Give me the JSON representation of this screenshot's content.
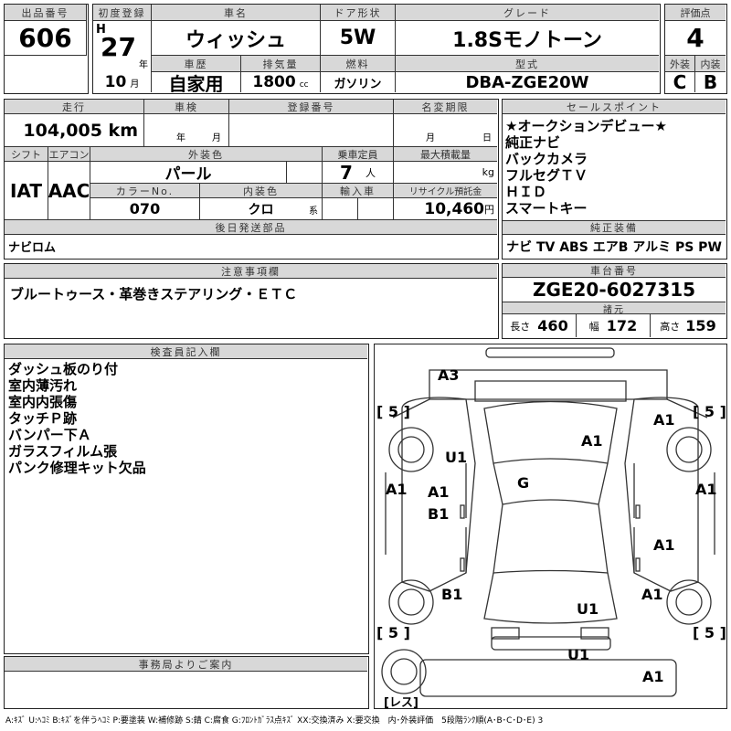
{
  "lot": {
    "label": "出品番号",
    "value": "606"
  },
  "first_reg": {
    "label": "初度登録",
    "era": "H",
    "year": "27",
    "year_unit": "年",
    "month": "10",
    "month_unit": "月"
  },
  "car_name": {
    "label": "車名",
    "value": "ウィッシュ"
  },
  "door": {
    "label": "ドア形状",
    "value": "5W"
  },
  "grade": {
    "label": "グレード",
    "value": "1.8Sモノトーン"
  },
  "history": {
    "label": "車歴",
    "value": "自家用"
  },
  "displacement": {
    "label": "排気量",
    "value": "1800",
    "unit": "cc"
  },
  "fuel": {
    "label": "燃料",
    "value": "ガソリン"
  },
  "model": {
    "label": "型式",
    "value": "DBA-ZGE20W"
  },
  "score": {
    "label": "評価点",
    "value": "4",
    "ext_label": "外装",
    "int_label": "内装",
    "ext": "C",
    "int": "B"
  },
  "mileage": {
    "label": "走行",
    "value": "104,005 km"
  },
  "inspection": {
    "label": "車検",
    "year_unit": "年",
    "month_unit": "月"
  },
  "reg_no": {
    "label": "登録番号"
  },
  "name_change": {
    "label": "名変期限",
    "month_unit": "月",
    "day_unit": "日"
  },
  "shift": {
    "label": "シフト",
    "value": "IAT"
  },
  "ac": {
    "label": "エアコン",
    "value": "AAC"
  },
  "ext_color": {
    "label": "外装色",
    "value": "パール"
  },
  "capacity": {
    "label": "乗車定員",
    "value": "7",
    "unit": "人"
  },
  "max_load": {
    "label": "最大積載量",
    "unit": "kg"
  },
  "color_no": {
    "label": "カラーNo.",
    "value": "070"
  },
  "int_color": {
    "label": "内装色",
    "value": "クロ",
    "unit": "系"
  },
  "import": {
    "label": "輸入車"
  },
  "recycle": {
    "label": "リサイクル預託金",
    "value": "10,460",
    "unit": "円"
  },
  "later_parts": {
    "label": "後日発送部品",
    "value": "ナビロム"
  },
  "sales_points": {
    "label": "セールスポイント",
    "items": [
      "★オークションデビュー★",
      "純正ナビ",
      "バックカメラ",
      "フルセグＴＶ",
      "ＨＩＤ",
      "スマートキー"
    ]
  },
  "genuine": {
    "label": "純正装備",
    "value": "ナビ TV ABS エアB アルミ PS PW"
  },
  "notes": {
    "label": "注意事項欄",
    "value": "ブルートゥース・革巻きステアリング・ＥＴＣ"
  },
  "chassis": {
    "label": "車台番号",
    "value": "ZGE20-6027315"
  },
  "specs": {
    "label": "諸元",
    "length_label": "長さ",
    "length": "460",
    "width_label": "幅",
    "width": "172",
    "height_label": "高さ",
    "height": "159"
  },
  "inspector": {
    "label": "検査員記入欄",
    "items": [
      "ダッシュ板のり付",
      "室内薄汚れ",
      "室内内張傷",
      "タッチＰ跡",
      "バンパー下Ａ",
      "ガラスフィルム張",
      "パンク修理キット欠品"
    ]
  },
  "office": {
    "label": "事務局よりご案内"
  },
  "diagram": {
    "labels": [
      "A3",
      "[ 5 ]",
      "[ 5 ]",
      "A1",
      "A1",
      "U1",
      "G",
      "A1",
      "A1",
      "A1",
      "B1",
      "A1",
      "B1",
      "A1",
      "U1",
      "[ 5 ]",
      "[ 5 ]",
      "U1",
      "A1",
      "[レス]"
    ]
  },
  "legend": "A:ｷｽﾞ U:ﾍｺﾐ B:ｷｽﾞを伴うﾍｺﾐ P:要塗装 W:補修跡 S:錆 C:腐食 G:ﾌﾛﾝﾄｶﾞﾗｽ点ｷｽﾞ XX:交換済み X:要交換　内･外装評価　5段階ﾗﾝｸ順(A･B･C･D･E) 3"
}
